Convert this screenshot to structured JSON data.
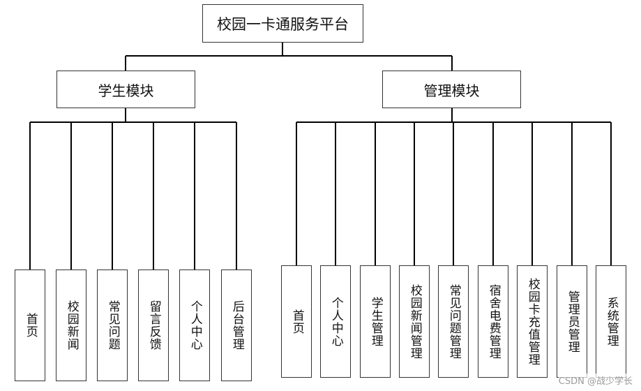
{
  "root": "校园一卡通服务平台",
  "modules": [
    {
      "label": "学生模块",
      "children": [
        "首页",
        "校园新闻",
        "常见问题",
        "留言反馈",
        "个人中心",
        "后台管理"
      ]
    },
    {
      "label": "管理模块",
      "children": [
        "首页",
        "个人中心",
        "学生管理",
        "校园新闻管理",
        "常见问题管理",
        "宿舍电费管理",
        "校园卡充值管理",
        "管理员管理",
        "系统管理"
      ]
    }
  ],
  "watermark": "CSDN @战少学长"
}
